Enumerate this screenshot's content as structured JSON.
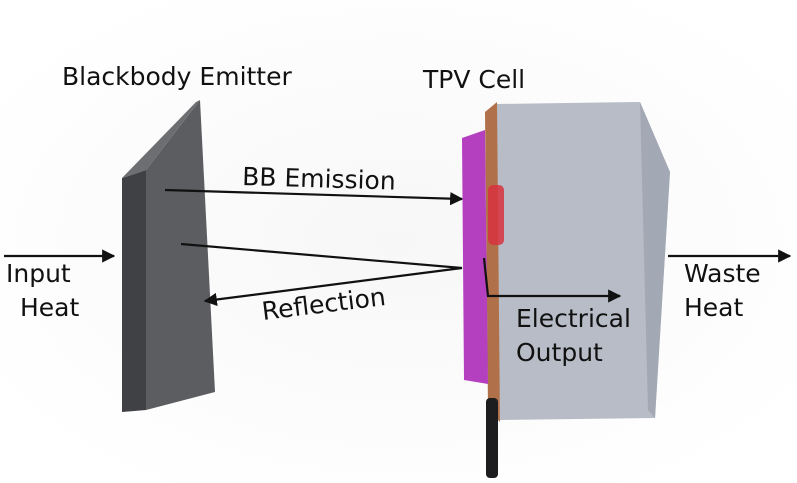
{
  "labels": {
    "emitter": "Blackbody Emitter",
    "cell": "TPV Cell",
    "bb_emission": "BB Emission",
    "reflection": "Reflection",
    "input_heat_line1": "Input",
    "input_heat_line2": "Heat",
    "waste_heat_line1": "Waste",
    "waste_heat_line2": "Heat",
    "electrical_line1": "Electrical",
    "electrical_line2": "Output"
  },
  "colors": {
    "emitter_front": "#5b5d60",
    "emitter_side": "#3f4144",
    "cell_body": "#b7bcc6",
    "copper": "#b0714a",
    "pv_layer": "#b43fbf",
    "arrow": "#111111"
  }
}
